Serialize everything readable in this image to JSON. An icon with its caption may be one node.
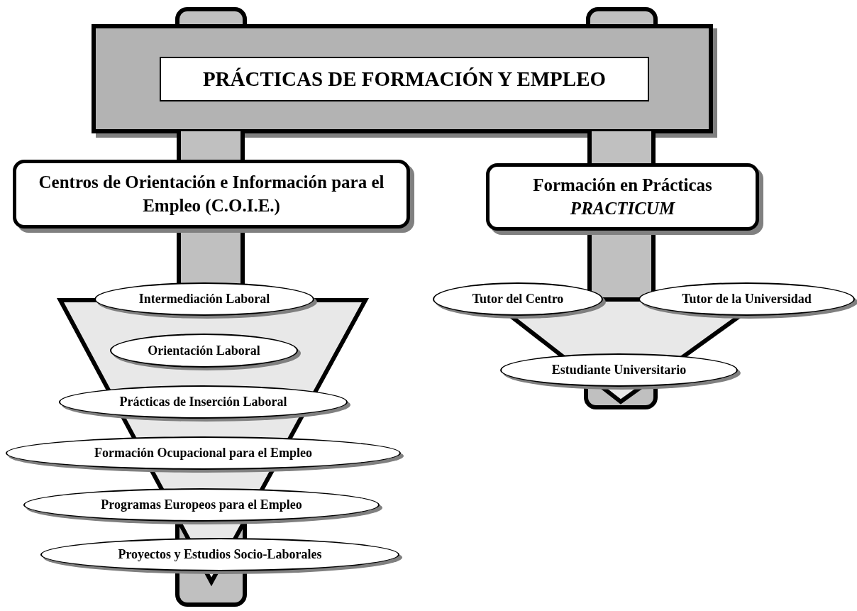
{
  "diagram": {
    "nodes": [
      {
        "text": [
          "PRÁCTICAS DE FORMACIÓN Y EMPLEO"
        ]
      },
      {
        "text": [
          "Centros de Orientación e Información para el Empleo (C.O.I.E.)"
        ]
      },
      {
        "text": [
          "Formación en Prácticas",
          "PRACTICUM"
        ]
      },
      {
        "text": [
          "Intermediación Laboral"
        ]
      },
      {
        "text": [
          "Orientación Laboral"
        ]
      },
      {
        "text": [
          "Prácticas de Inserción Laboral"
        ]
      },
      {
        "text": [
          "Formación Ocupacional para el Empleo"
        ]
      },
      {
        "text": [
          "Programas Europeos para el Empleo"
        ]
      },
      {
        "text": [
          "Proyectos y Estudios Socio-Laborales"
        ]
      },
      {
        "text": [
          "Tutor del Centro"
        ]
      },
      {
        "text": [
          "Tutor de la Universidad"
        ]
      },
      {
        "text": [
          "Estudiante Universitario"
        ]
      }
    ],
    "edges": [
      {
        "from": 0,
        "to": 1,
        "arrow": "none"
      },
      {
        "from": 0,
        "to": 2,
        "arrow": "none"
      },
      {
        "from": 1,
        "to": 3,
        "arrow": "none"
      },
      {
        "from": 2,
        "to": 11,
        "arrow": "none"
      }
    ]
  }
}
